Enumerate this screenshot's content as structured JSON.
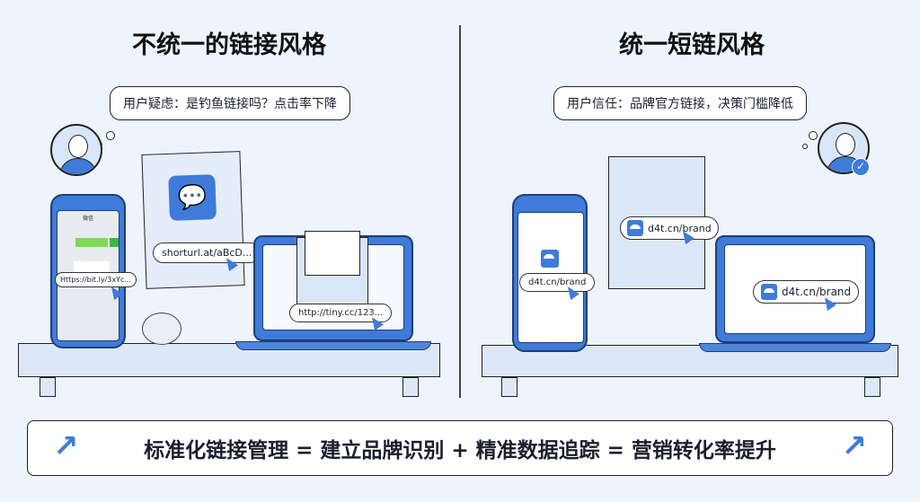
{
  "left": {
    "title": "不统一的链接风格",
    "bubble": "用户疑虑：是钓鱼链接吗？点击率下降",
    "phone_header": "微信",
    "phone_link": "Https://bit.ly/3xYc...",
    "paper_link": "shorturl.at/aBcD...",
    "laptop_link": "http://tiny.cc/123..."
  },
  "right": {
    "title": "统一短链风格",
    "bubble": "用户信任：品牌官方链接，决策门槛降低",
    "phone_link": "d4t.cn/brand",
    "poster_link": "d4t.cn/brand",
    "laptop_link": "d4t.cn/brand"
  },
  "footer": {
    "text": "标准化链接管理 = 建立品牌识别 + 精准数据追踪 = 营销转化率提升"
  },
  "colors": {
    "accent": "#3f7bd8",
    "background": "#eef4fb"
  }
}
